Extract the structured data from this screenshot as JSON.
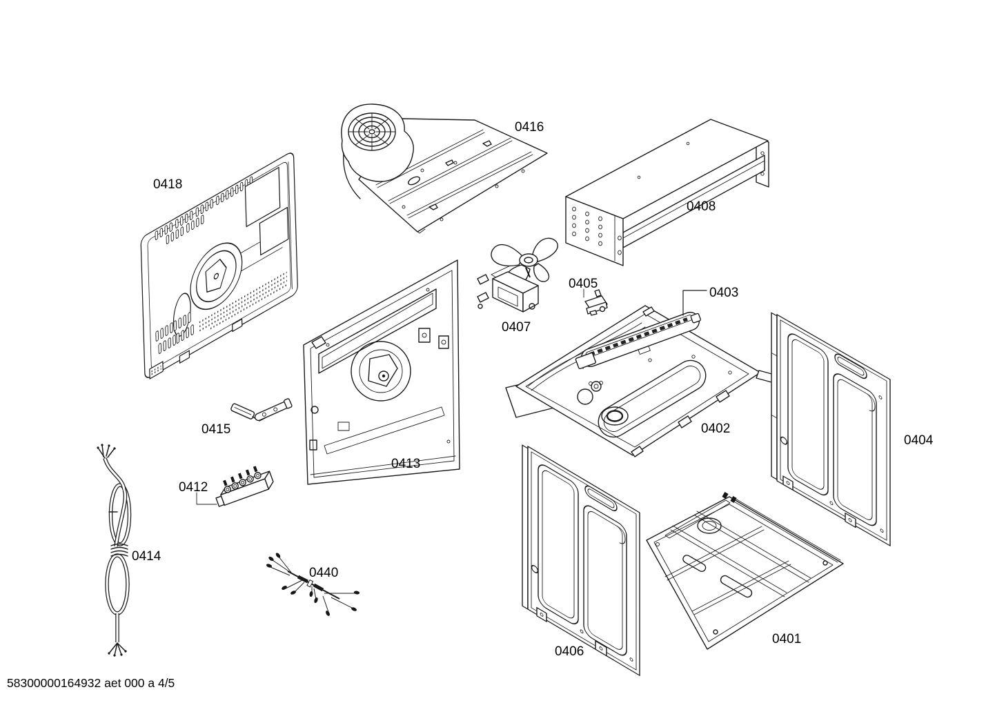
{
  "page": {
    "background_color": "#ffffff",
    "line_color": "#1a1a1a",
    "kind": "exploded parts diagram"
  },
  "footer": {
    "doc_code": "58300000164932 aet 000 a 4/5"
  },
  "diagram": {
    "part_labels": {
      "p0401": "0401",
      "p0402": "0402",
      "p0403": "0403",
      "p0404": "0404",
      "p0405": "0405",
      "p0406": "0406",
      "p0407": "0407",
      "p0408": "0408",
      "p0412": "0412",
      "p0413": "0413",
      "p0414": "0414",
      "p0415": "0415",
      "p0416": "0416",
      "p0418": "0418",
      "p0440": "0440"
    }
  }
}
